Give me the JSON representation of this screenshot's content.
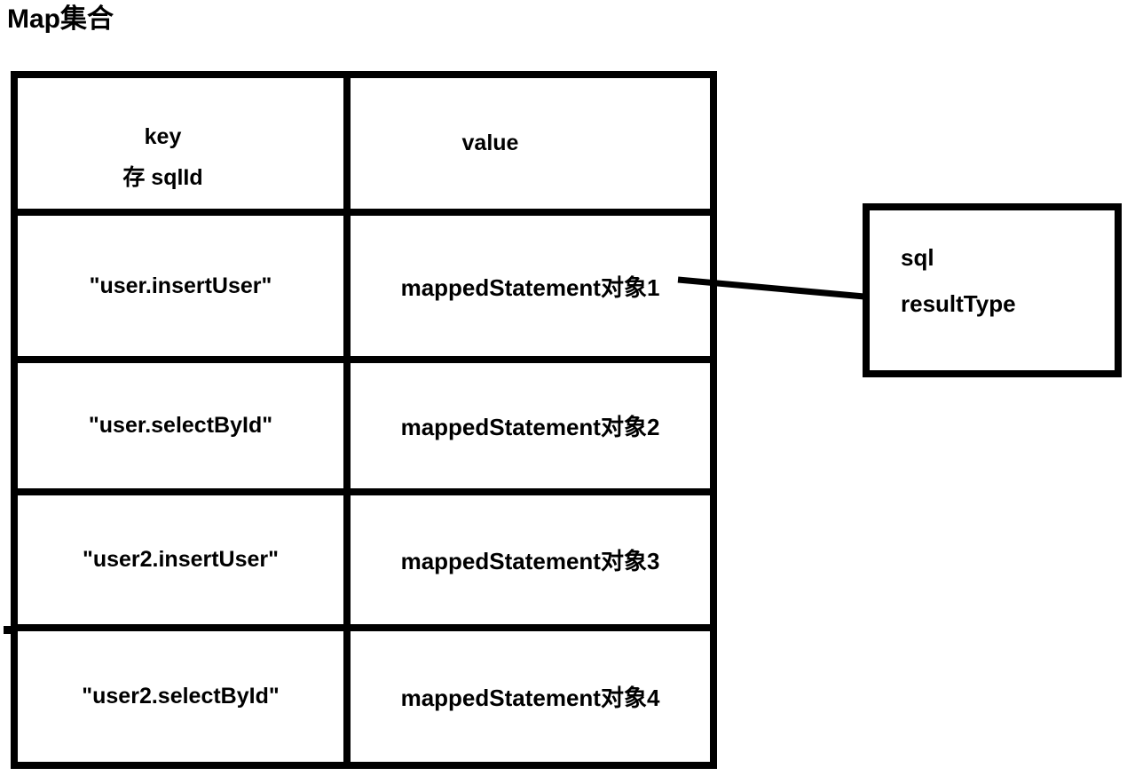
{
  "title": "Map集合",
  "table": {
    "header": {
      "key_line1": "key",
      "key_line2": "存 sqlId",
      "value": "value"
    },
    "rows": [
      {
        "key": "\"user.insertUser\"",
        "value": "mappedStatement对象1"
      },
      {
        "key": "\"user.selectById\"",
        "value": "mappedStatement对象2"
      },
      {
        "key": "\"user2.insertUser\"",
        "value": "mappedStatement对象3"
      },
      {
        "key": "\"user2.selectById\"",
        "value": "mappedStatement对象4"
      }
    ]
  },
  "side_box": {
    "line1": "sql",
    "line2": "resultType"
  },
  "colors": {
    "ink": "#000000",
    "background": "#ffffff"
  }
}
